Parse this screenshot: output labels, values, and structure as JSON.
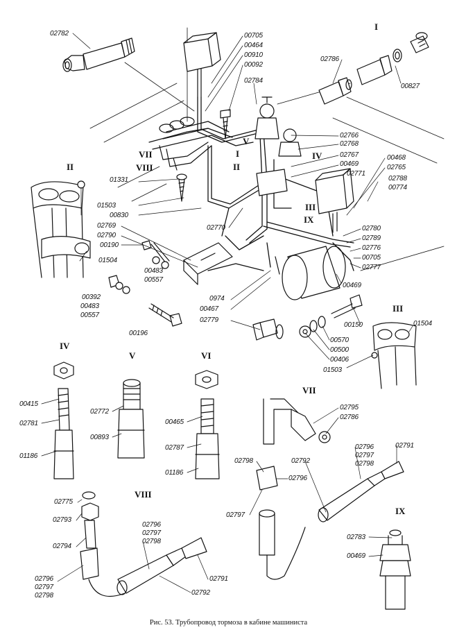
{
  "caption": "Рис. 53. Трубопровод тормоза в кабине машиниста",
  "roman": {
    "I_top": "I",
    "II_left": "II",
    "III_right": "III",
    "IV": "IV",
    "V": "V",
    "VI": "VI",
    "VII": "VII",
    "VIII": "VIII",
    "IX": "IX",
    "main_VII": "VII",
    "main_VIII": "VIII",
    "main_V": "V",
    "main_I": "I",
    "main_II": "II",
    "main_IV": "IV",
    "main_III": "III",
    "main_IX": "IX"
  },
  "labels": {
    "l02782": "02782",
    "l00705a": "00705",
    "l00464": "00464",
    "l00910": "00910",
    "l00092": "00092",
    "l02784": "02784",
    "l02786a": "02786",
    "l00827": "00827",
    "l02766": "02766",
    "l02768": "02768",
    "l02767": "02767",
    "l00469a": "00469",
    "l02771": "02771",
    "l00468": "00468",
    "l02765": "02765",
    "l02788": "02788",
    "l00774": "00774",
    "l01331": "01331",
    "l01503a": "01503",
    "l00830": "00830",
    "l02770": "02770",
    "l02769": "02769",
    "l02790": "02790",
    "l00190": "00190",
    "l01504a": "01504",
    "l00483a": "00483",
    "l00557a": "00557",
    "l00392": "00392",
    "l00483b": "00483",
    "l00557b": "00557",
    "l00196": "00196",
    "l02780": "02780",
    "l02789": "02789",
    "l02776": "02776",
    "l00705b": "00705",
    "l02777": "02777",
    "l00469b": "00469",
    "l0974": "0974",
    "l00467": "00467",
    "l02779": "02779",
    "l00150": "00150",
    "l00570": "00570",
    "l00500": "00500",
    "l00406": "00406",
    "l01504b": "01504",
    "l01503b": "01503",
    "l00415": "00415",
    "l02781": "02781",
    "l01186a": "01186",
    "l02772": "02772",
    "l00893": "00893",
    "l00465": "00465",
    "l02787": "02787",
    "l01186b": "01186",
    "l02795": "02795",
    "l02786b": "02786",
    "l02796a": "02796",
    "l02797a": "02797",
    "l02798a": "02798",
    "l02791a": "02791",
    "l02798b": "02798",
    "l02796b": "02796",
    "l02792a": "02792",
    "l02797b": "02797",
    "l02775": "02775",
    "l02793": "02793",
    "l02794": "02794",
    "l02796c": "02796",
    "l02797c": "02797",
    "l02798c": "02798",
    "l02791b": "02791",
    "l02792b": "02792",
    "l02796d": "02796",
    "l02797d": "02797",
    "l02798d": "02798",
    "l02783": "02783",
    "l00469c": "00469"
  }
}
